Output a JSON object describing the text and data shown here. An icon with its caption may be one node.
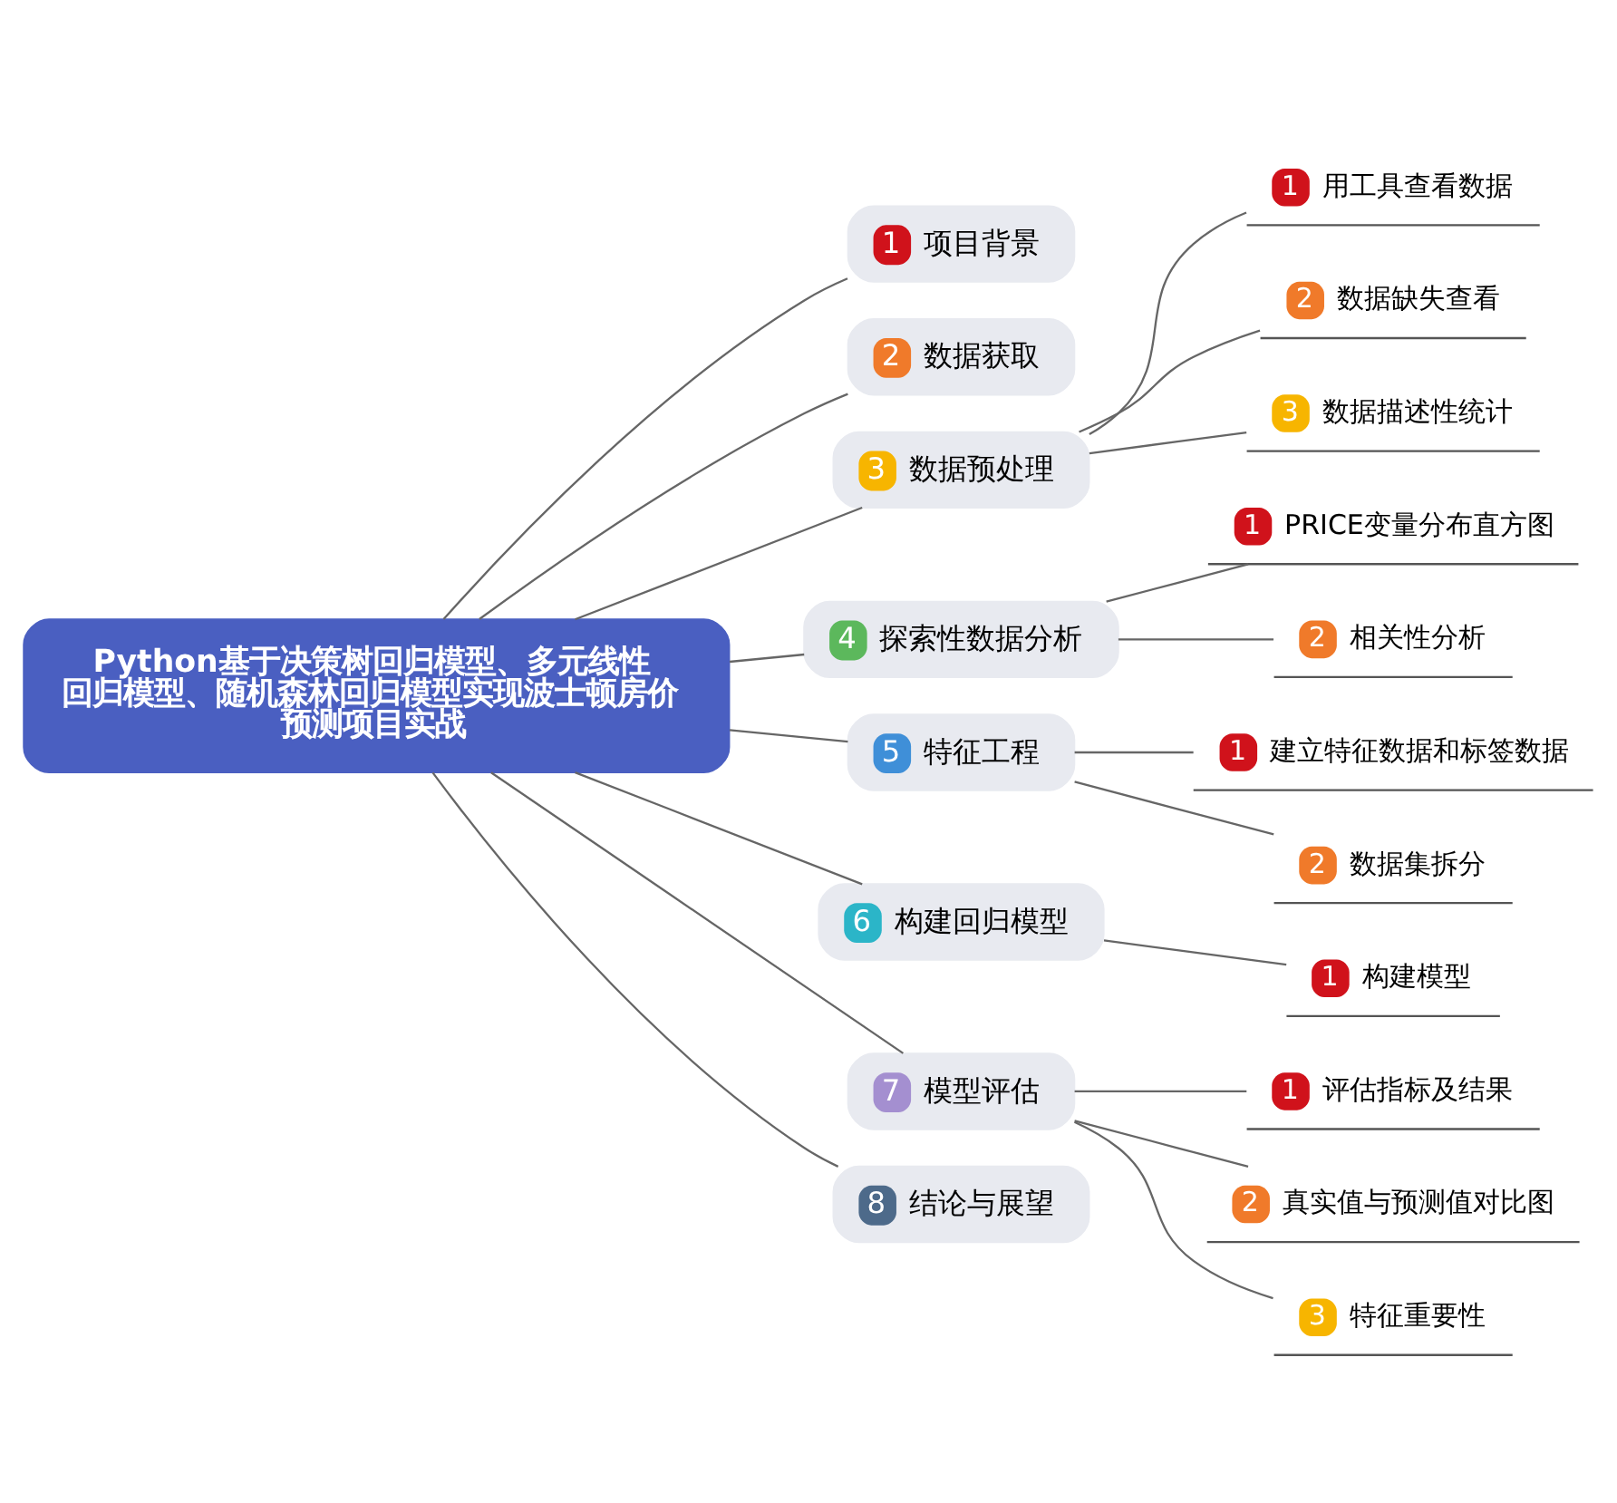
{
  "diagram": {
    "nodes": [
      {
        "text": [
          "Python基于决策树回归模型、多元线性回归模型、随机森林回归模型实现波士顿房价预测项目实战"
        ]
      },
      {
        "text": [
          "1",
          "项目背景"
        ]
      },
      {
        "text": [
          "2",
          "数据获取"
        ]
      },
      {
        "text": [
          "3",
          "数据预处理"
        ]
      },
      {
        "text": [
          "1",
          "用工具查看数据"
        ]
      },
      {
        "text": [
          "2",
          "数据缺失查看"
        ]
      },
      {
        "text": [
          "3",
          "数据描述性统计"
        ]
      },
      {
        "text": [
          "4",
          "探索性数据分析"
        ]
      },
      {
        "text": [
          "1",
          "PRICE变量分布直方图"
        ]
      },
      {
        "text": [
          "2",
          "相关性分析"
        ]
      },
      {
        "text": [
          "5",
          "特征工程"
        ]
      },
      {
        "text": [
          "1",
          "建立特征数据和标签数据"
        ]
      },
      {
        "text": [
          "2",
          "数据集拆分"
        ]
      },
      {
        "text": [
          "6",
          "构建回归模型"
        ]
      },
      {
        "text": [
          "1",
          "构建模型"
        ]
      },
      {
        "text": [
          "7",
          "模型评估"
        ]
      },
      {
        "text": [
          "1",
          "评估指标及结果"
        ]
      },
      {
        "text": [
          "2",
          "真实值与预测值对比图"
        ]
      },
      {
        "text": [
          "3",
          "特征重要性"
        ]
      },
      {
        "text": [
          "8",
          "结论与展望"
        ]
      }
    ],
    "edges": [
      {
        "from": 0,
        "to": 1,
        "arrow": "none"
      },
      {
        "from": 0,
        "to": 2,
        "arrow": "none"
      },
      {
        "from": 0,
        "to": 3,
        "arrow": "none"
      },
      {
        "from": 3,
        "to": 4,
        "arrow": "none"
      },
      {
        "from": 3,
        "to": 5,
        "arrow": "none"
      },
      {
        "from": 3,
        "to": 6,
        "arrow": "none"
      },
      {
        "from": 0,
        "to": 7,
        "arrow": "none"
      },
      {
        "from": 7,
        "to": 8,
        "arrow": "none"
      },
      {
        "from": 7,
        "to": 9,
        "arrow": "none"
      },
      {
        "from": 0,
        "to": 10,
        "arrow": "none"
      },
      {
        "from": 10,
        "to": 11,
        "arrow": "none"
      },
      {
        "from": 10,
        "to": 12,
        "arrow": "none"
      },
      {
        "from": 0,
        "to": 13,
        "arrow": "none"
      },
      {
        "from": 13,
        "to": 14,
        "arrow": "none"
      },
      {
        "from": 0,
        "to": 15,
        "arrow": "none"
      },
      {
        "from": 15,
        "to": 16,
        "arrow": "none"
      },
      {
        "from": 15,
        "to": 17,
        "arrow": "none"
      },
      {
        "from": 15,
        "to": 18,
        "arrow": "none"
      },
      {
        "from": 0,
        "to": 19,
        "arrow": "none"
      }
    ]
  }
}
